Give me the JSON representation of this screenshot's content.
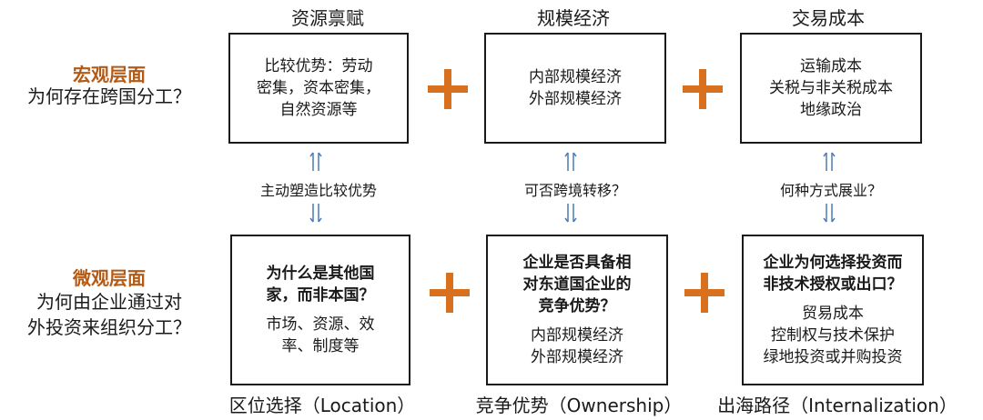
{
  "columns": [
    {
      "header": "资源禀赋",
      "macro_box": [
        "比较优势：劳动",
        "密集，资本密集，",
        "自然资源等"
      ],
      "link_text": "主动塑造比较优势",
      "micro_bold": [
        "为什么是其他国",
        "家，而非本国？"
      ],
      "micro_normal": [
        "市场、资源、效",
        "率、制度等"
      ],
      "footer": "区位选择（Location）"
    },
    {
      "header": "规模经济",
      "macro_box": [
        "内部规模经济",
        "外部规模经济"
      ],
      "link_text": "可否跨境转移？",
      "micro_bold": [
        "企业是否具备相",
        "对东道国企业的",
        "竞争优势？"
      ],
      "micro_normal": [
        "内部规模经济",
        "外部规模经济"
      ],
      "footer": "竞争优势（Ownership）"
    },
    {
      "header": "交易成本",
      "macro_box": [
        "运输成本",
        "关税与非关税成本",
        "地缘政治"
      ],
      "link_text": "何种方式展业？",
      "micro_bold": [
        "企业为何选择投资而",
        "非技术授权或出口？"
      ],
      "micro_normal": [
        "贸易成本",
        "控制权与技术保护",
        "绿地投资或并购投资"
      ],
      "footer": "出海路径（Internalization）"
    }
  ],
  "macro_level": {
    "title": "宏观层面",
    "question": "为何存在跨国分工？"
  },
  "micro_level": {
    "title": "微观层面",
    "question_lines": [
      "为何由企业通过对",
      "外投资来组织分工？"
    ]
  },
  "colors": {
    "accent_orange": "#d9701e",
    "level_title": "#b35a17",
    "arrow_blue": "#4a7ab5"
  }
}
